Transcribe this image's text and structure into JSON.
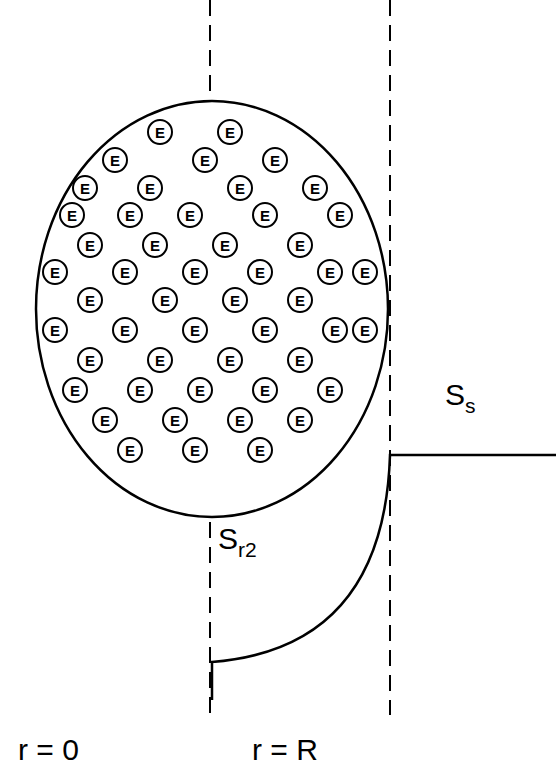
{
  "diagram": {
    "nodes": [
      {
        "text": [
          "E"
        ]
      },
      {
        "text": [
          "E"
        ]
      },
      {
        "text": [
          "E"
        ]
      },
      {
        "text": [
          "E"
        ]
      },
      {
        "text": [
          "E"
        ]
      },
      {
        "text": [
          "E"
        ]
      },
      {
        "text": [
          "E"
        ]
      },
      {
        "text": [
          "E"
        ]
      },
      {
        "text": [
          "E"
        ]
      },
      {
        "text": [
          "E"
        ]
      },
      {
        "text": [
          "E"
        ]
      },
      {
        "text": [
          "E"
        ]
      },
      {
        "text": [
          "E"
        ]
      },
      {
        "text": [
          "E"
        ]
      },
      {
        "text": [
          "E"
        ]
      },
      {
        "text": [
          "E"
        ]
      },
      {
        "text": [
          "E"
        ]
      },
      {
        "text": [
          "E"
        ]
      },
      {
        "text": [
          "E"
        ]
      },
      {
        "text": [
          "E"
        ]
      },
      {
        "text": [
          "E"
        ]
      },
      {
        "text": [
          "E"
        ]
      },
      {
        "text": [
          "E"
        ]
      },
      {
        "text": [
          "E"
        ]
      },
      {
        "text": [
          "E"
        ]
      },
      {
        "text": [
          "E"
        ]
      },
      {
        "text": [
          "E"
        ]
      },
      {
        "text": [
          "E"
        ]
      },
      {
        "text": [
          "E"
        ]
      },
      {
        "text": [
          "E"
        ]
      },
      {
        "text": [
          "E"
        ]
      },
      {
        "text": [
          "E"
        ]
      },
      {
        "text": [
          "E"
        ]
      },
      {
        "text": [
          "E"
        ]
      },
      {
        "text": [
          "E"
        ]
      },
      {
        "text": [
          "E"
        ]
      },
      {
        "text": [
          "E"
        ]
      },
      {
        "text": [
          "E"
        ]
      },
      {
        "text": [
          "E"
        ]
      },
      {
        "text": [
          "E"
        ]
      },
      {
        "text": [
          "E"
        ]
      },
      {
        "text": [
          "E"
        ]
      },
      {
        "text": [
          "E"
        ]
      },
      {
        "text": [
          "E"
        ]
      },
      {
        "text": [
          "E"
        ]
      },
      {
        "text": [
          "E"
        ]
      },
      {
        "text": [
          "E"
        ]
      },
      {
        "text": [
          "E"
        ]
      },
      {
        "text": [
          "E"
        ]
      },
      {
        "text": [
          "E"
        ]
      }
    ],
    "labels": [
      "Ss",
      "Sr2",
      "r = 0",
      "r = R"
    ]
  }
}
